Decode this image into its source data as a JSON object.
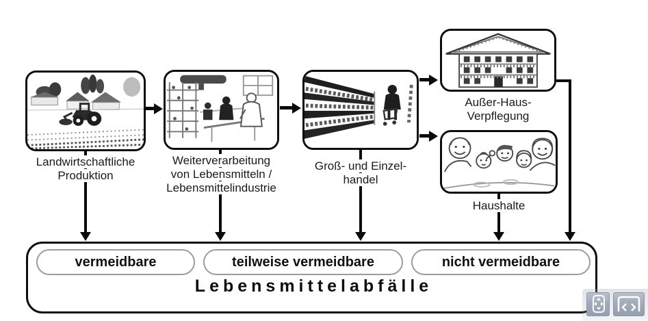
{
  "colors": {
    "line": "#0b0b0b",
    "pill_border": "#9b9b9b",
    "button_bg": "#a2abbb",
    "button_icon": "#ffffff"
  },
  "flow": {
    "farm": {
      "image": "farm-scene",
      "label_lines": [
        "Landwirtschaftliche",
        "Produktion"
      ]
    },
    "processing": {
      "image": "food-industry-scene",
      "label_lines": [
        "Weiterverarbeitung",
        "von Lebensmitteln /",
        "Lebensmittelindustrie"
      ]
    },
    "retail": {
      "image": "supermarket-scene",
      "label_lines": [
        "Groß- und Einzel-",
        "handel"
      ]
    },
    "catering": {
      "image": "inn-building-scene",
      "label_lines": [
        "Außer-Haus-",
        "Verpflegung"
      ]
    },
    "households": {
      "image": "family-scene",
      "label_lines": [
        "Haushalte"
      ]
    }
  },
  "waste": {
    "categories": [
      "vermeidbare",
      "teilweise vermeidbare",
      "nicht vermeidbare"
    ],
    "title": "Lebensmittelabfälle"
  },
  "viewer_controls": {
    "icons": [
      "pan-arrows-icon",
      "prev-next-slide-icon"
    ]
  }
}
